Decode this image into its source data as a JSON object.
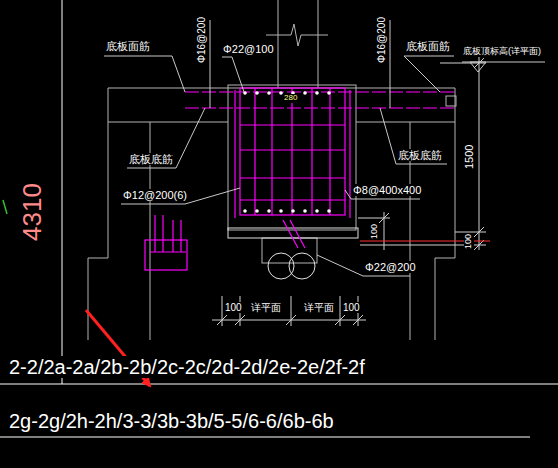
{
  "diagram": {
    "labels": [
      "底板面筋",
      "Φ16@200",
      "Φ22@100",
      "Φ16@200",
      "底板面筋",
      "底板顶标高(详平面)",
      "280",
      "4310",
      "1500",
      "底板底筋",
      "底板底筋",
      "Φ12@200(6)",
      "Φ8@400x400",
      "100",
      "100",
      "Φ22@200",
      "100",
      "详平面",
      "详平面",
      "100",
      "2-2/2a-2a/2b-2b/2c-2c/2d-2d/2e-2e/2f-2f",
      "2g-2g/2h-2h/3-3/3b-3b/5-5/6-6/6b-6b"
    ]
  }
}
